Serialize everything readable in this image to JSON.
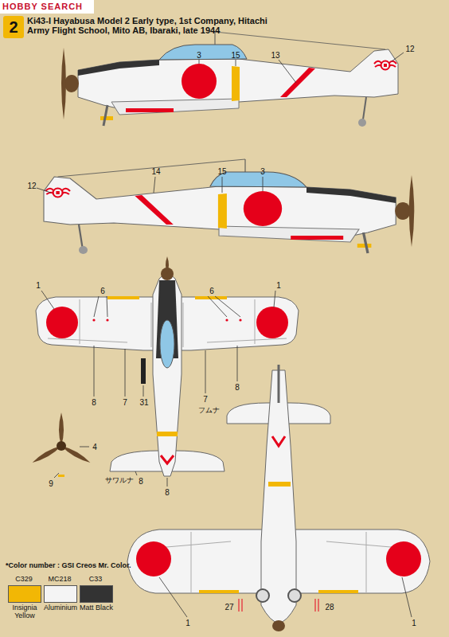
{
  "diagram": {
    "title": "Ki43-I Hayabusa Model 2 Early type, 1st Company, Hitachi Army Flight School, Mito AB, Ibaraki, late 1944",
    "nodes": [
      {
        "text": [
          "2"
        ]
      }
    ],
    "labels": [
      "HOBBY SEARCH",
      "3",
      "15",
      "13",
      "12",
      "12",
      "14",
      "15",
      "3",
      "1",
      "6",
      "6",
      "1",
      "8",
      "7",
      "31",
      "7",
      "フムナ",
      "8",
      "4",
      "9",
      "サワルナ",
      "8",
      "8",
      "1",
      "27",
      "28",
      "1",
      "*Color number : GSI Creos Mr. Color.",
      "C329",
      "MC218",
      "C33"
    ],
    "legend": [
      {
        "text": "Insignia Yellow",
        "color": "#f2b705"
      },
      {
        "text": "Aluminium",
        "color": "#f4f4f4"
      },
      {
        "text": "Matt Black",
        "color": "#333333"
      }
    ]
  }
}
